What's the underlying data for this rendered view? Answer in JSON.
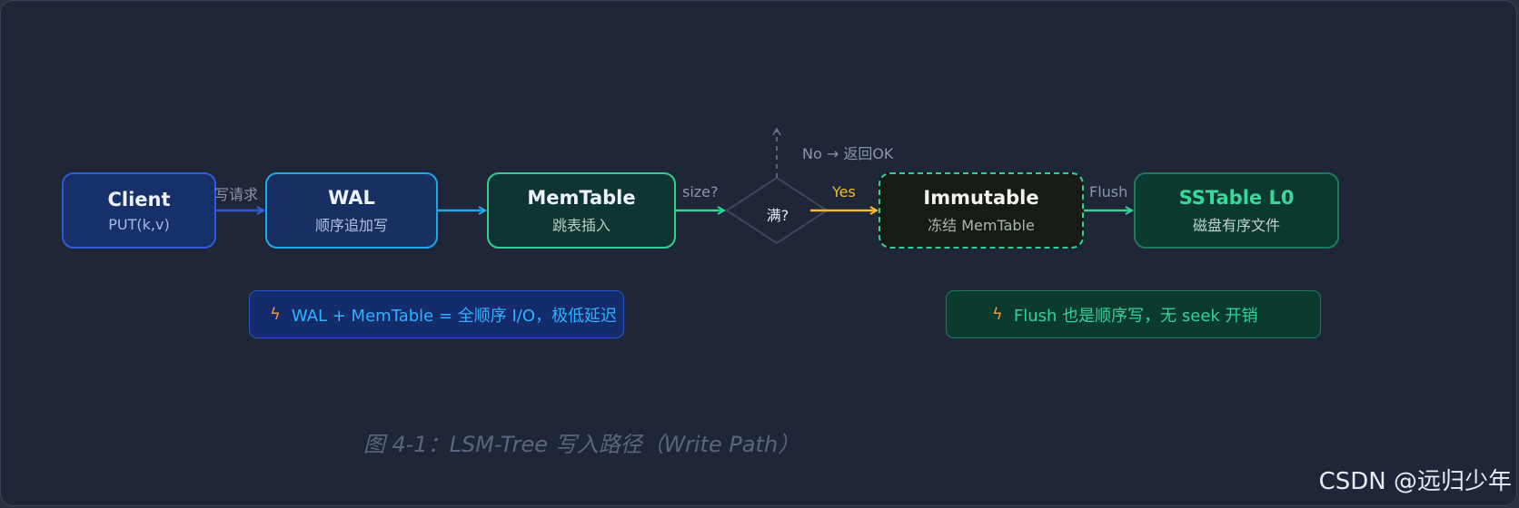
{
  "nodes": {
    "client": {
      "title": "Client",
      "sub": "PUT(k,v)"
    },
    "wal": {
      "title": "WAL",
      "sub": "顺序追加写"
    },
    "memtable": {
      "title": "MemTable",
      "sub": "跳表插入"
    },
    "decision": {
      "label": "满?"
    },
    "immutable": {
      "title": "Immutable",
      "sub": "冻结 MemTable"
    },
    "sstable": {
      "title": "SSTable L0",
      "sub": "磁盘有序文件"
    }
  },
  "edges": {
    "client_wal": "写请求",
    "mem_decision": "size?",
    "decision_no": "No → 返回OK",
    "decision_yes": "Yes",
    "imm_ss": "Flush"
  },
  "notes": {
    "left": {
      "icon": "lightning-icon",
      "text": "WAL + MemTable = 全顺序 I/O，极低延迟"
    },
    "right": {
      "icon": "lightning-icon",
      "text": "Flush 也是顺序写，无 seek 开销"
    }
  },
  "caption": "图 4-1：LSM-Tree 写入路径（Write Path）",
  "watermark": "CSDN @远归少年",
  "colors": {
    "blue_arrow": "#2f5bd8",
    "cyan_arrow": "#22a7e8",
    "green_arrow": "#35d08e",
    "yes_arrow": "#f2bd2c",
    "no_arrow": "#6b7488"
  }
}
